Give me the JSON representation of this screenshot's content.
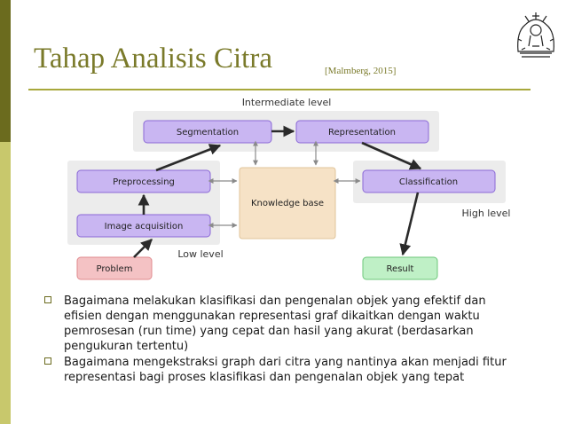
{
  "slide": {
    "title": "Tahap Analisis Citra",
    "citation": "[Malmberg, 2015]"
  },
  "diagram": {
    "groups": {
      "intermediate": "Intermediate level",
      "low": "Low level",
      "high": "High level"
    },
    "nodes": {
      "segmentation": "Segmentation",
      "representation": "Representation",
      "preprocessing": "Preprocessing",
      "classification": "Classification",
      "knowledge_base": "Knowledge base",
      "image_acquisition": "Image acquisition",
      "problem": "Problem",
      "result": "Result"
    },
    "colors": {
      "process_fill": "#c9b6f2",
      "process_stroke": "#8a68d6",
      "knowledge_fill": "#f6e2c6",
      "problem_fill": "#f4c2c4",
      "result_fill": "#bff0c6",
      "group_fill": "#ececec"
    }
  },
  "bullets": [
    "Bagaimana melakukan klasifikasi dan pengenalan objek yang efektif dan efisien dengan menggunakan representasi graf dikaitkan dengan waktu pemrosesan (run time) yang cepat dan hasil yang akurat (berdasarkan pengukuran tertentu)",
    "Bagaimana mengekstraksi graph dari citra yang nantinya akan menjadi fitur representasi bagi proses klasifikasi dan pengenalan objek yang tepat"
  ]
}
